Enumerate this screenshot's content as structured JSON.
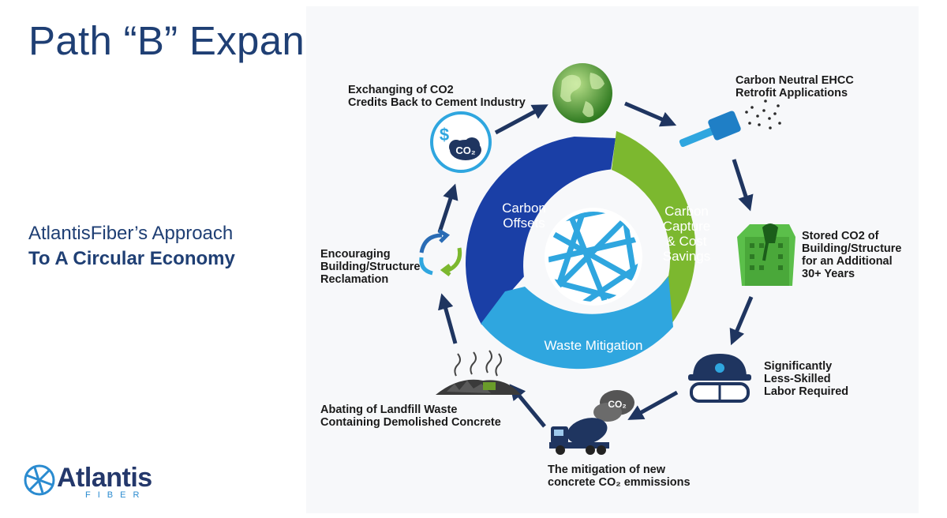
{
  "slide": {
    "title": "Path “B” Expanded",
    "subtitle_line1": "AtlantisFiber’s Approach",
    "subtitle_line2": "To A Circular Economy"
  },
  "diagram": {
    "segments": [
      {
        "lines": [
          "Carbon",
          "Offsets"
        ],
        "color": "#1a3fa6"
      },
      {
        "lines": [
          "Carbon",
          "Capture",
          "& Cost",
          "Savings"
        ],
        "color": "#7cb82f"
      },
      {
        "lines": [
          "Waste Mitigation"
        ],
        "color": "#2fa6df"
      }
    ],
    "steps": [
      {
        "lines": [
          "Carbon Neutral EHCC",
          "Retrofit Applications"
        ],
        "icon": "spray-nozzle-icon"
      },
      {
        "lines": [
          "Stored CO2 of",
          "Building/Structure",
          "for an Additional",
          "30+ Years"
        ],
        "icon": "green-building-icon"
      },
      {
        "lines": [
          "Significantly",
          "Less-Skilled",
          "Labor Required"
        ],
        "icon": "hardhat-goggles-icon"
      },
      {
        "lines": [
          "The mitigation of new",
          "concrete CO₂ emmissions"
        ],
        "icon": "cement-mixer-truck-icon"
      },
      {
        "lines": [
          "Abating of Landfill Waste",
          "Containing Demolished Concrete"
        ],
        "icon": "landfill-icon"
      },
      {
        "lines": [
          "Encouraging",
          "Building/Structure",
          "Reclamation"
        ],
        "icon": "recycle-arrows-icon"
      },
      {
        "lines": [
          "Exchanging of CO2",
          "Credits Back to Cement Industry"
        ],
        "icon": "co2-credit-icon"
      }
    ],
    "icon_texts": {
      "co2_credit": "CO₂",
      "dollar": "$",
      "truck_cloud": "CO₂"
    },
    "globe_icon": "earth-globe-icon",
    "center_icon": "fiber-mesh-icon"
  },
  "logo": {
    "word": "Atlantis",
    "sub": "FIBER"
  }
}
